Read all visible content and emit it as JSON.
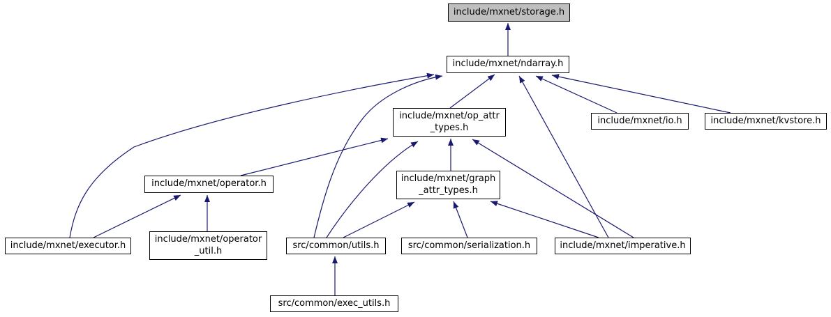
{
  "diagram": {
    "type": "include-dependency-graph",
    "background_color": "#ffffff",
    "edge_color": "#191970",
    "node_fill": "#ffffff",
    "node_border_color": "#000000",
    "highlighted_node_fill": "#bfbfbf",
    "nodes": [
      {
        "id": "storage",
        "label": "include/mxnet/storage.h",
        "highlighted": true
      },
      {
        "id": "ndarray",
        "label": "include/mxnet/ndarray.h",
        "highlighted": false
      },
      {
        "id": "op_attr_types",
        "label": "include/mxnet/op_attr\n_types.h",
        "highlighted": false
      },
      {
        "id": "io",
        "label": "include/mxnet/io.h",
        "highlighted": false
      },
      {
        "id": "kvstore",
        "label": "include/mxnet/kvstore.h",
        "highlighted": false
      },
      {
        "id": "operator",
        "label": "include/mxnet/operator.h",
        "highlighted": false
      },
      {
        "id": "graph_attr_types",
        "label": "include/mxnet/graph\n_attr_types.h",
        "highlighted": false
      },
      {
        "id": "executor",
        "label": "include/mxnet/executor.h",
        "highlighted": false
      },
      {
        "id": "operator_util",
        "label": "include/mxnet/operator\n_util.h",
        "highlighted": false
      },
      {
        "id": "utils",
        "label": "src/common/utils.h",
        "highlighted": false
      },
      {
        "id": "serialization",
        "label": "src/common/serialization.h",
        "highlighted": false
      },
      {
        "id": "imperative",
        "label": "include/mxnet/imperative.h",
        "highlighted": false
      },
      {
        "id": "exec_utils",
        "label": "src/common/exec_utils.h",
        "highlighted": false
      }
    ],
    "edges": [
      {
        "from": "ndarray",
        "to": "storage"
      },
      {
        "from": "op_attr_types",
        "to": "ndarray"
      },
      {
        "from": "executor",
        "to": "ndarray"
      },
      {
        "from": "utils",
        "to": "ndarray"
      },
      {
        "from": "imperative",
        "to": "ndarray"
      },
      {
        "from": "io",
        "to": "ndarray"
      },
      {
        "from": "kvstore",
        "to": "ndarray"
      },
      {
        "from": "operator",
        "to": "op_attr_types"
      },
      {
        "from": "utils",
        "to": "op_attr_types"
      },
      {
        "from": "graph_attr_types",
        "to": "op_attr_types"
      },
      {
        "from": "imperative",
        "to": "op_attr_types"
      },
      {
        "from": "utils",
        "to": "graph_attr_types"
      },
      {
        "from": "serialization",
        "to": "graph_attr_types"
      },
      {
        "from": "imperative",
        "to": "graph_attr_types"
      },
      {
        "from": "executor",
        "to": "operator"
      },
      {
        "from": "operator_util",
        "to": "operator"
      },
      {
        "from": "exec_utils",
        "to": "utils"
      }
    ]
  }
}
